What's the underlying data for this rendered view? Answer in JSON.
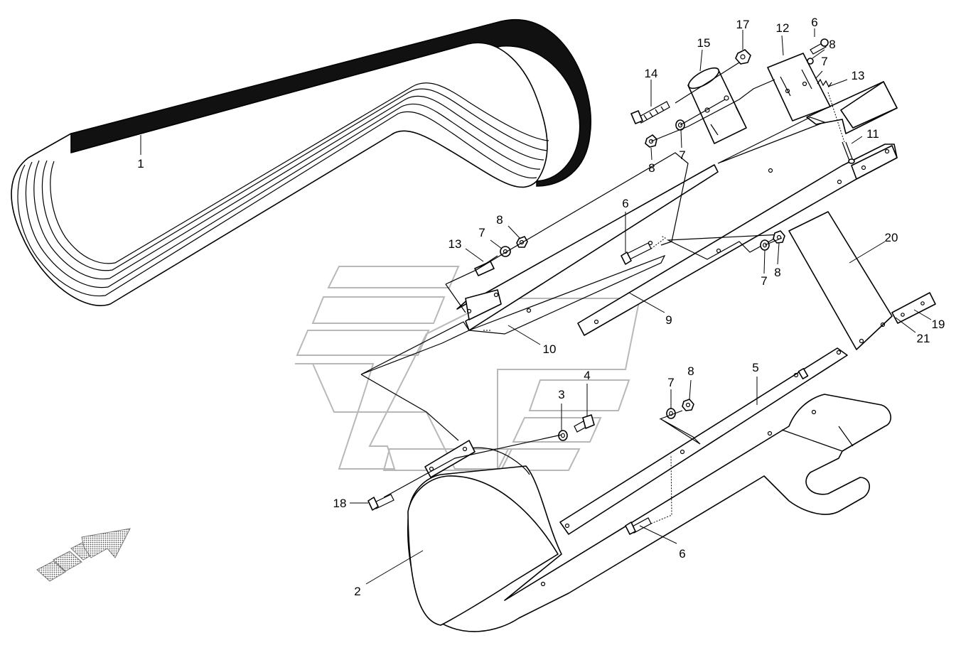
{
  "diagram": {
    "callouts": [
      {
        "id": "c1",
        "label": "1"
      },
      {
        "id": "c2",
        "label": "2"
      },
      {
        "id": "c3",
        "label": "3"
      },
      {
        "id": "c4",
        "label": "4"
      },
      {
        "id": "c5",
        "label": "5"
      },
      {
        "id": "c6a",
        "label": "6"
      },
      {
        "id": "c6b",
        "label": "6"
      },
      {
        "id": "c6c",
        "label": "6"
      },
      {
        "id": "c7a",
        "label": "7"
      },
      {
        "id": "c7b",
        "label": "7"
      },
      {
        "id": "c7c",
        "label": "7"
      },
      {
        "id": "c7d",
        "label": "7"
      },
      {
        "id": "c7e",
        "label": "7"
      },
      {
        "id": "c8a",
        "label": "8"
      },
      {
        "id": "c8b",
        "label": "8"
      },
      {
        "id": "c8c",
        "label": "8"
      },
      {
        "id": "c8d",
        "label": "8"
      },
      {
        "id": "c8e",
        "label": "8"
      },
      {
        "id": "c9",
        "label": "9"
      },
      {
        "id": "c10",
        "label": "10"
      },
      {
        "id": "c11",
        "label": "11"
      },
      {
        "id": "c12",
        "label": "12"
      },
      {
        "id": "c13a",
        "label": "13"
      },
      {
        "id": "c13b",
        "label": "13"
      },
      {
        "id": "c14",
        "label": "14"
      },
      {
        "id": "c15",
        "label": "15"
      },
      {
        "id": "c17",
        "label": "17"
      },
      {
        "id": "c18",
        "label": "18"
      },
      {
        "id": "c19",
        "label": "19"
      },
      {
        "id": "c20",
        "label": "20"
      },
      {
        "id": "c21",
        "label": "21"
      }
    ],
    "colors": {
      "line": "#000000",
      "watermark": "#b8b8b8",
      "arrow_fill": "#8a8a8a",
      "belt_dark": "#111111"
    },
    "direction_indicator": "arrow-icon"
  }
}
